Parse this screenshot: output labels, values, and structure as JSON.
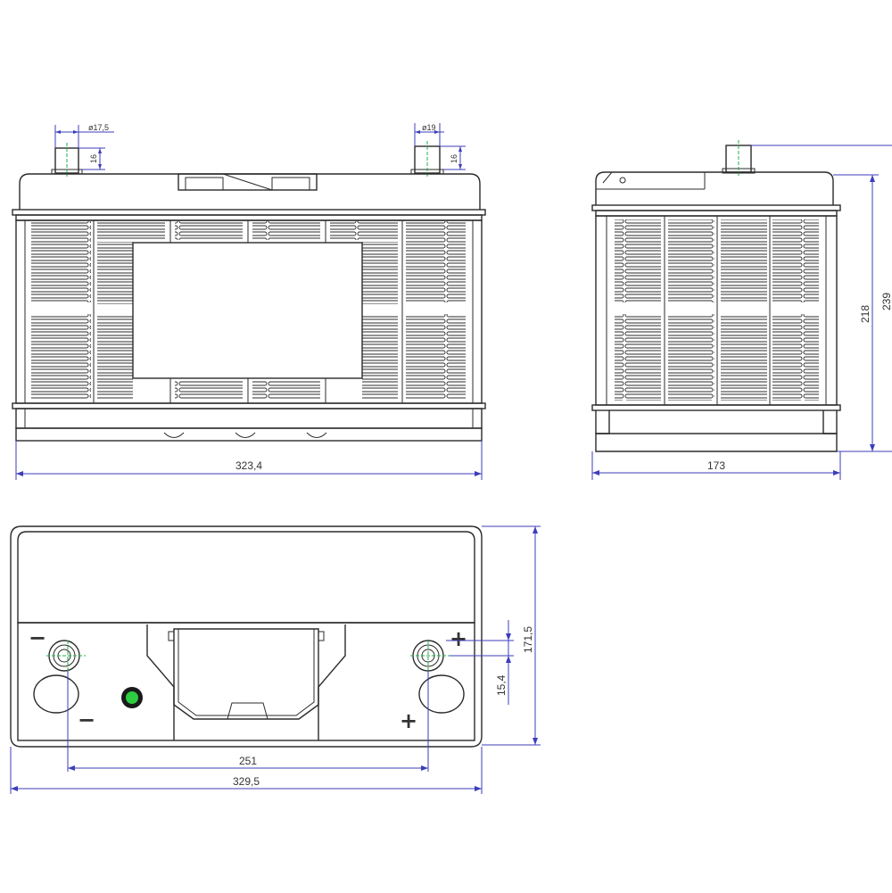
{
  "dimensions": {
    "front_length": "323,4",
    "side_width": "173",
    "height_total": "239",
    "height_case": "218",
    "top_length": "329,5",
    "terminal_spacing": "251",
    "top_depth": "171,5",
    "terminal_offset": "15,4",
    "terminal_neg_diameter": "ø17,5",
    "terminal_pos_diameter": "ø19",
    "terminal_height_left": "16",
    "terminal_height_right": "16"
  },
  "symbols": {
    "minus": "−",
    "plus": "+"
  },
  "colors": {
    "outline": "#2b2b2b",
    "dimension": "#3d3dbb",
    "centerline": "#22b04b",
    "indicator": "#2ecc40"
  }
}
